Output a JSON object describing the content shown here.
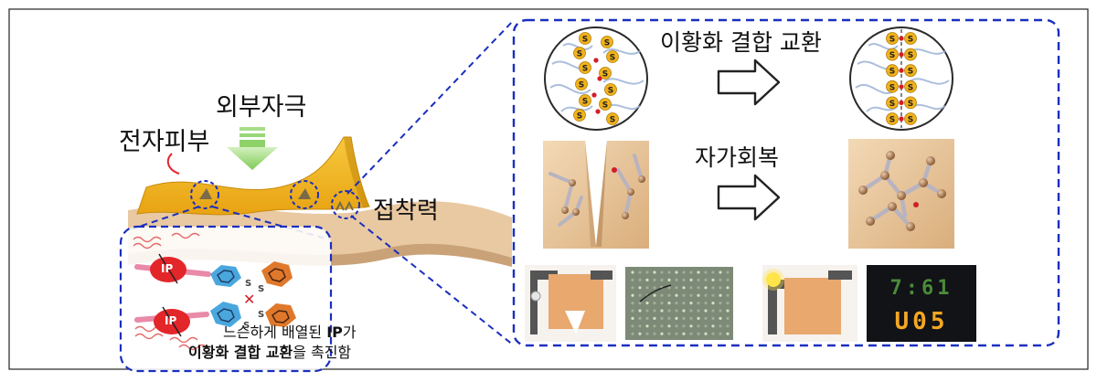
{
  "labels": {
    "external_stimulus": "외부자극",
    "e_skin": "전자피부",
    "adhesion": "접착력",
    "disulfide_exchange": "이황화 결합 교환",
    "self_healing": "자가회복",
    "caption_line1_prefix": "느슨하게 배열된 ",
    "caption_line1_ip": "IP",
    "caption_line1_suffix": "가",
    "caption_line2_bold": "이황화 결합 교환",
    "caption_line2_suffix": "을 촉진함",
    "ip_tag": "IP",
    "sulfur_tag": "S",
    "display_top": "7:61",
    "display_bottom": "U05"
  },
  "colors": {
    "frame_dash": "#1a2fbf",
    "skin": "#f0b622",
    "skin_edge": "#c68a0c",
    "substrate": "#e9c9a2",
    "substrate_shadow": "#caa277",
    "arrow_green": "#8fd169",
    "ip_red": "#e3262a",
    "benzene_blue": "#4aa7de",
    "benzene_orange": "#e0782b",
    "sulfur_gold": "#f1b21b",
    "bond_red": "#d21e2a"
  }
}
